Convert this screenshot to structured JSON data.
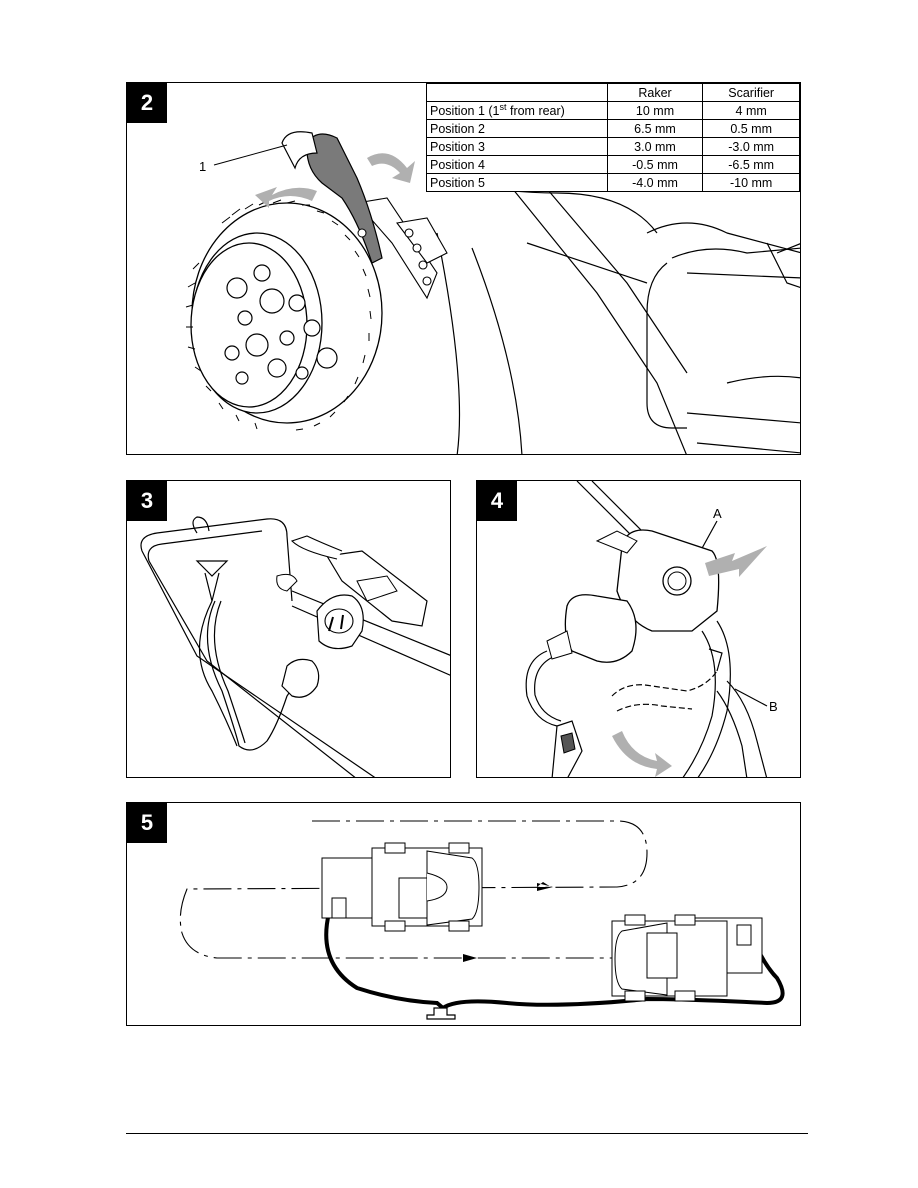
{
  "figure2": {
    "number": "2",
    "callout": "1",
    "table": {
      "headers": [
        "",
        "Raker",
        "Scarifier"
      ],
      "rows": [
        {
          "position": "Position 1 (1",
          "sup": "st",
          "position_suffix": " from rear)",
          "raker": "10 mm",
          "scarifier": "4 mm"
        },
        {
          "position": "Position 2",
          "raker": "6.5 mm",
          "scarifier": "0.5 mm"
        },
        {
          "position": "Position 3",
          "raker": "3.0 mm",
          "scarifier": "-3.0 mm"
        },
        {
          "position": "Position 4",
          "raker": "-0.5 mm",
          "scarifier": "-6.5 mm"
        },
        {
          "position": "Position 5",
          "raker": "-4.0 mm",
          "scarifier": "-10 mm"
        }
      ]
    }
  },
  "figure3": {
    "number": "3"
  },
  "figure4": {
    "number": "4",
    "callout_a": "A",
    "callout_b": "B"
  },
  "figure5": {
    "number": "5"
  },
  "colors": {
    "line": "#000000",
    "arrow_grey": "#b0b0b0",
    "lever_grey": "#7a7a7a"
  }
}
